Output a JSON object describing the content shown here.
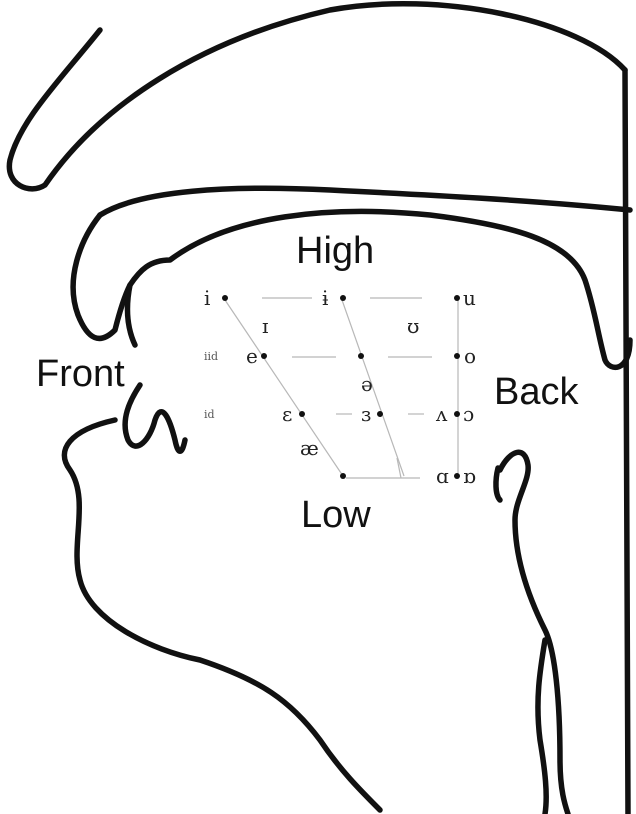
{
  "regions": {
    "high": "High",
    "low": "Low",
    "front": "Front",
    "back": "Back"
  },
  "vowels": {
    "i": "i",
    "barred_i": "ɨ",
    "u": "u",
    "small_cap_i": "ɪ",
    "upsilon": "ʊ",
    "e": "e",
    "o": "o",
    "schwa": "ə",
    "epsilon": "ɛ",
    "rev_epsilon": "ɜ",
    "wedge": "ʌ",
    "open_o": "ɔ",
    "ash": "æ",
    "script_a": "ɑ",
    "turned_script_a": "ɒ"
  },
  "fragments": {
    "mid_left_1": "iid",
    "mid_left_2": "id"
  }
}
